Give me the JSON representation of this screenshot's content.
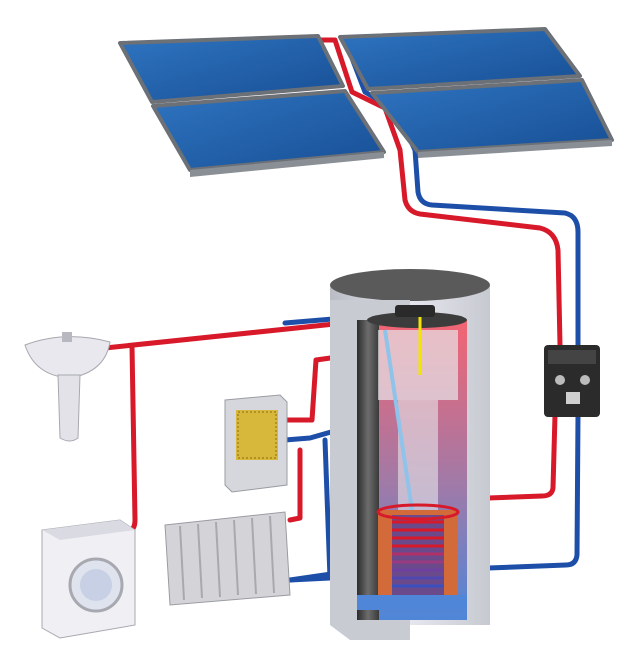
{
  "diagram": {
    "components": [
      {
        "name": "solar-collector-panels",
        "count": 4
      },
      {
        "name": "control-unit"
      },
      {
        "name": "hot-water-storage-tank"
      },
      {
        "name": "heat-exchanger-coil"
      },
      {
        "name": "backup-boiler"
      },
      {
        "name": "radiator"
      },
      {
        "name": "washbasin"
      },
      {
        "name": "washing-machine"
      }
    ],
    "colors": {
      "panel": "#1f5fa8",
      "panel_frame": "#7a7f86",
      "hot_pipe": "#d7192a",
      "cold_pipe": "#1d4fa8",
      "tank_insulation": "#d9dbe3",
      "tank_hot": "#f06a78",
      "tank_cold": "#5d86d6",
      "coil": "#d36a3a"
    }
  }
}
